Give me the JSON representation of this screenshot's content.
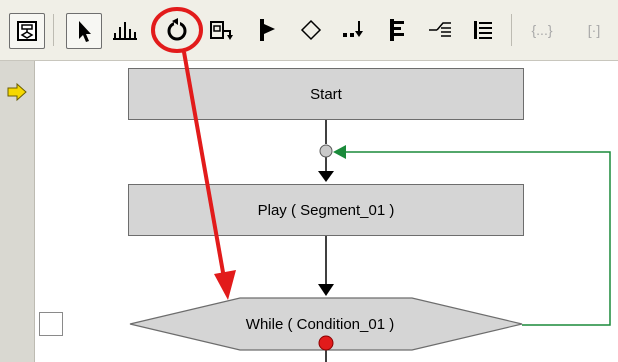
{
  "toolbar": {
    "buttons": [
      {
        "name": "flowchart-view-icon"
      },
      {
        "name": "select-pointer-icon"
      },
      {
        "name": "bar-chart-icon"
      },
      {
        "name": "loop-icon"
      },
      {
        "name": "segment-icon"
      },
      {
        "name": "branch-icon"
      },
      {
        "name": "diamond-condition-icon"
      },
      {
        "name": "insert-step-icon"
      },
      {
        "name": "flag-icon"
      },
      {
        "name": "list-indent-icon"
      },
      {
        "name": "list-lines-icon"
      }
    ],
    "braces_label": "{...}",
    "bracket_label": "[·]"
  },
  "flow": {
    "start_label": "Start",
    "play_label": "Play ( Segment_01 )",
    "while_label": "While ( Condition_01 )"
  },
  "colors": {
    "highlight": "#e21b1b",
    "loop_line": "#1a8a3a",
    "pointer": "#f5d800"
  }
}
